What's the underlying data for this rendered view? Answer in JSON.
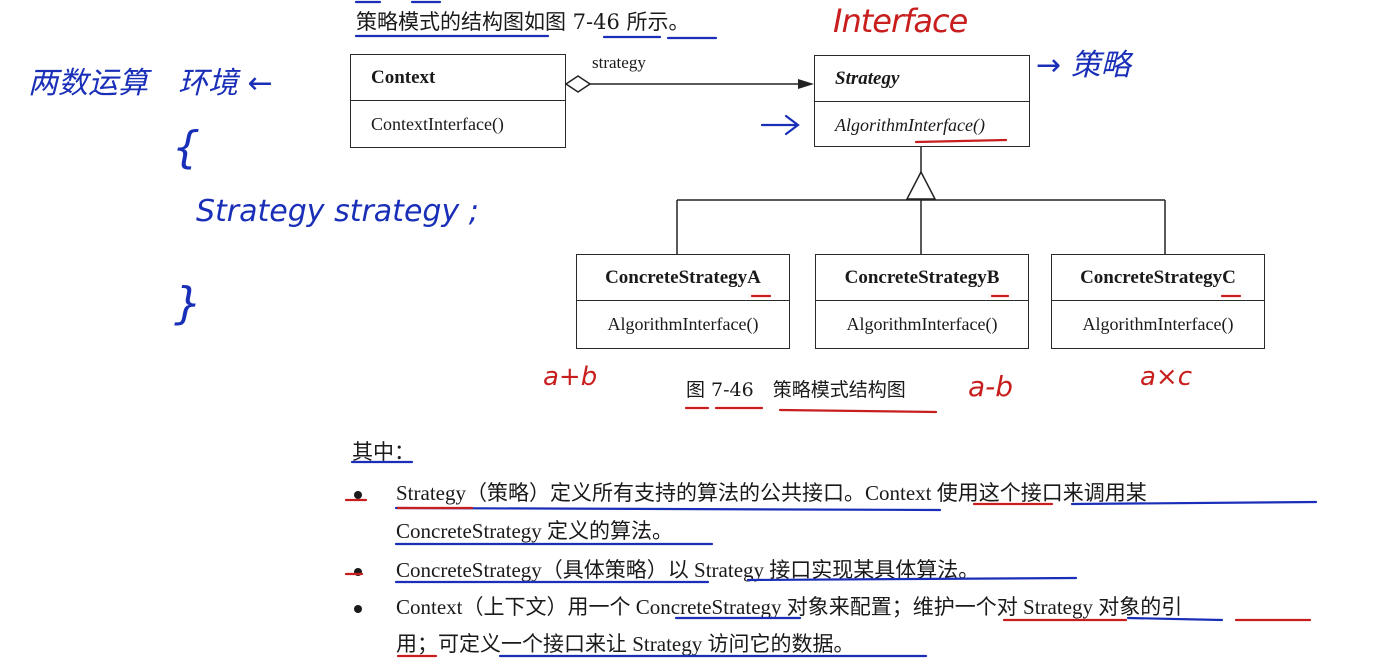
{
  "intro": "策略模式的结构图如图 7-46 所示。",
  "diagram": {
    "context": {
      "name": "Context",
      "op": "ContextInterface()"
    },
    "association_label": "strategy",
    "strategy": {
      "name": "Strategy",
      "op": "AlgorithmInterface()"
    },
    "concretes": [
      {
        "name": "ConcreteStrategyA",
        "op": "AlgorithmInterface()"
      },
      {
        "name": "ConcreteStrategyB",
        "op": "AlgorithmInterface()"
      },
      {
        "name": "ConcreteStrategyC",
        "op": "AlgorithmInterface()"
      }
    ],
    "caption": "图 7-46　策略模式结构图"
  },
  "text": {
    "qizhong": "其中：",
    "b1_line1": "Strategy（策略）定义所有支持的算法的公共接口。Context 使用这个接口来调用某",
    "b1_line2": "ConcreteStrategy 定义的算法。",
    "b2_line1": "ConcreteStrategy（具体策略）以 Strategy 接口实现某具体算法。",
    "b3_line1": "Context（上下文）用一个 ConcreteStrategy 对象来配置；维护一个对 Strategy 对象的引",
    "b3_line2": "用；可定义一个接口来让 Strategy 访问它的数据。"
  },
  "annotations": {
    "interface": "Interface",
    "strategy_cn": "→ 策略",
    "left_title": "两数运算　环境 ←",
    "brace_open": "{",
    "code_line": "Strategy strategy ;",
    "brace_close": "}",
    "a_plus_b": "a+b",
    "a_minus_b": "a-b",
    "a_times_c": "a×c"
  },
  "colors": {
    "ink_blue": "#1a2fb8",
    "ink_red": "#c81e1e",
    "print": "#1a1a1a"
  }
}
